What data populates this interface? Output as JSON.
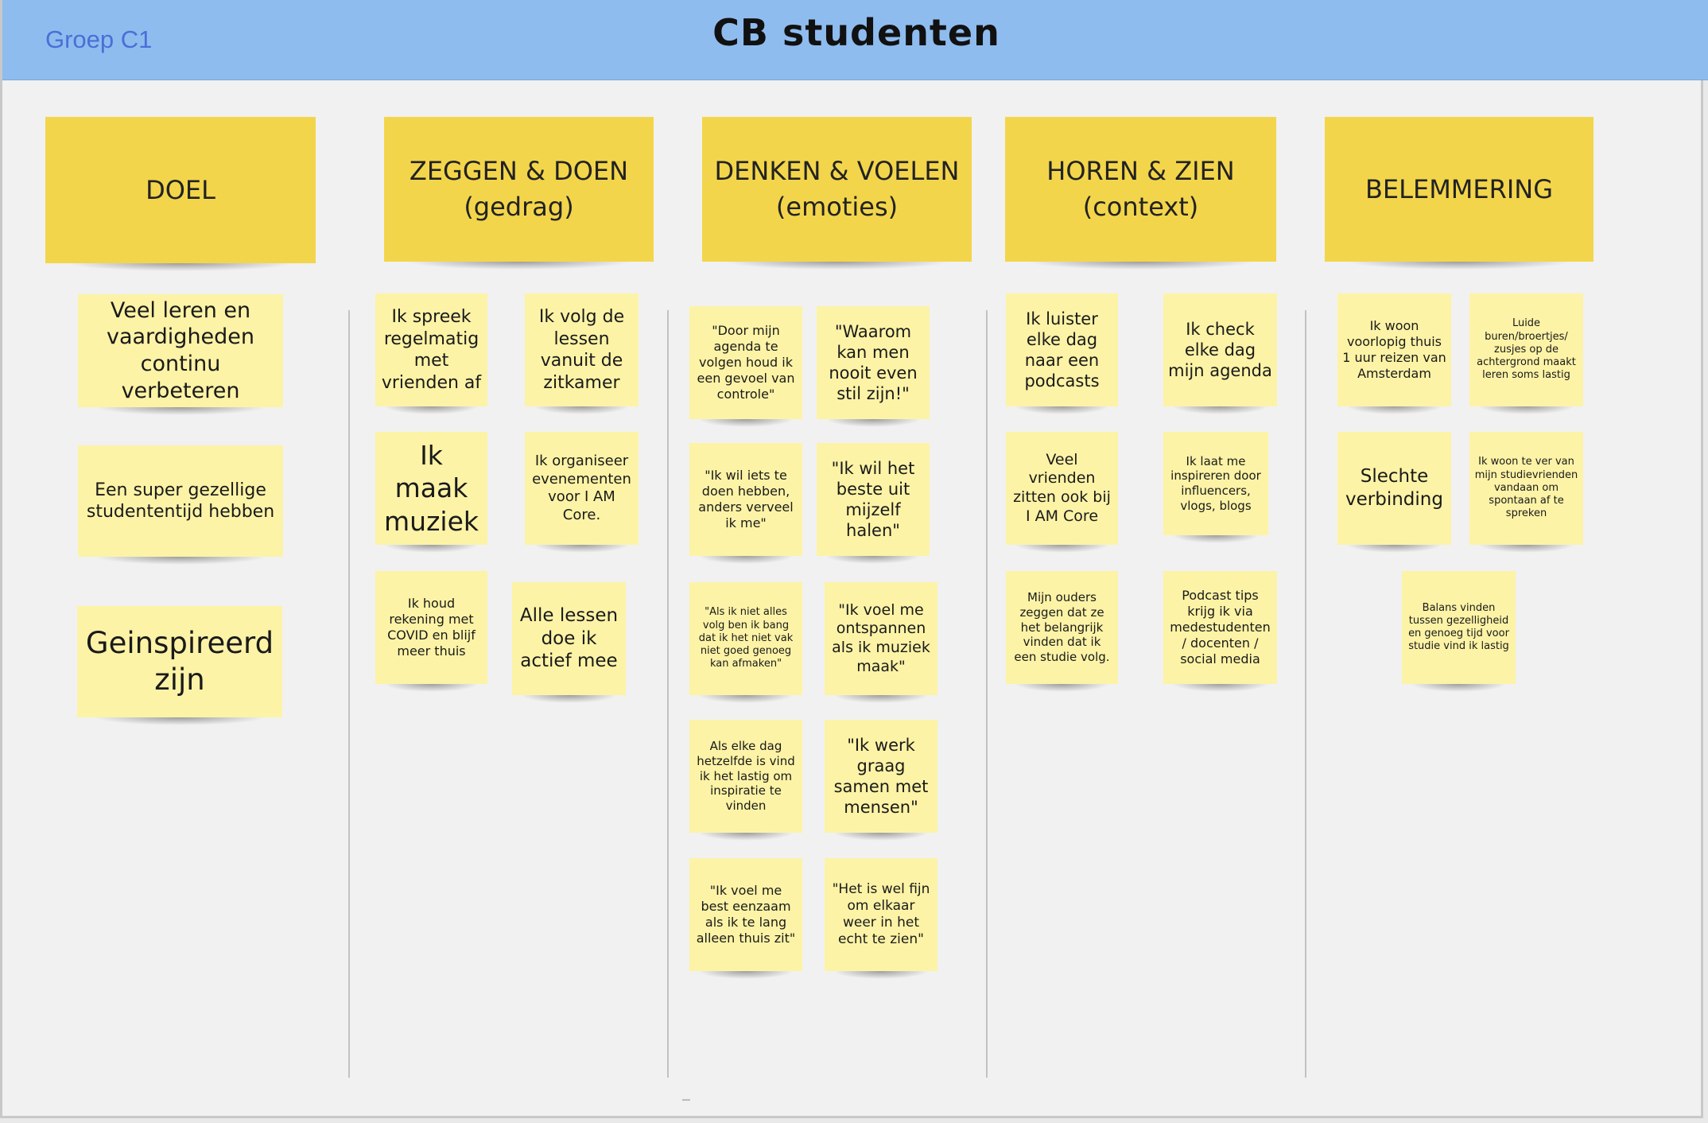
{
  "header": {
    "group_label": "Groep C1",
    "title": "CB studenten"
  },
  "columns": {
    "doel": {
      "heading": "DOEL",
      "notes": [
        "Veel leren en vaardigheden continu verbeteren",
        "Een super gezellige studententijd hebben",
        "Geinspireerd zijn"
      ]
    },
    "zeggen_doen": {
      "heading_line1": "ZEGGEN & DOEN",
      "heading_line2": "(gedrag)",
      "notes": [
        "Ik spreek regelmatig met vrienden af",
        "Ik volg de lessen vanuit de zitkamer",
        "Ik maak muziek",
        "Ik organiseer evenementen voor I AM Core.",
        "Ik houd rekening met COVID en blijf meer thuis",
        "Alle lessen doe ik actief mee"
      ]
    },
    "denken_voelen": {
      "heading_line1": "DENKEN & VOELEN",
      "heading_line2": "(emoties)",
      "notes": [
        "\"Door mijn agenda te volgen houd ik een gevoel van controle\"",
        "\"Waarom kan men nooit even stil zijn!\"",
        "\"Ik wil iets te doen hebben, anders verveel ik me\"",
        "\"Ik wil het beste uit mijzelf halen\"",
        "\"Als ik niet alles volg ben ik bang dat ik het niet vak niet goed genoeg kan afmaken\"",
        "\"Ik voel me ontspannen als ik muziek maak\"",
        "Als elke dag hetzelfde is vind ik het lastig om inspiratie te vinden",
        "\"Ik werk graag samen met mensen\"",
        "\"Ik voel me best eenzaam als ik te lang alleen thuis zit\"",
        "\"Het is wel fijn om elkaar weer in het echt te zien\""
      ]
    },
    "horen_zien": {
      "heading_line1": "HOREN & ZIEN",
      "heading_line2": "(context)",
      "notes": [
        "Ik luister elke dag naar een podcasts",
        "Ik check elke dag mijn agenda",
        "Veel vrienden zitten ook bij I AM Core",
        "Ik laat me inspireren door influencers, vlogs, blogs",
        "Mijn ouders zeggen dat ze het belangrijk vinden dat ik een studie volg.",
        "Podcast tips krijg ik via medestudenten / docenten / social media"
      ]
    },
    "belemmering": {
      "heading": "BELEMMERING",
      "notes": [
        "Ik woon voorlopig thuis 1 uur reizen van Amsterdam",
        "Luide buren/broertjes/ zusjes op de achtergrond maakt leren soms lastig",
        "Slechte verbinding",
        "Ik woon te ver van mijn studievrienden vandaan om spontaan af te spreken",
        "Balans vinden tussen gezelligheid en genoeg tijd voor studie vind ik lastig"
      ]
    }
  }
}
